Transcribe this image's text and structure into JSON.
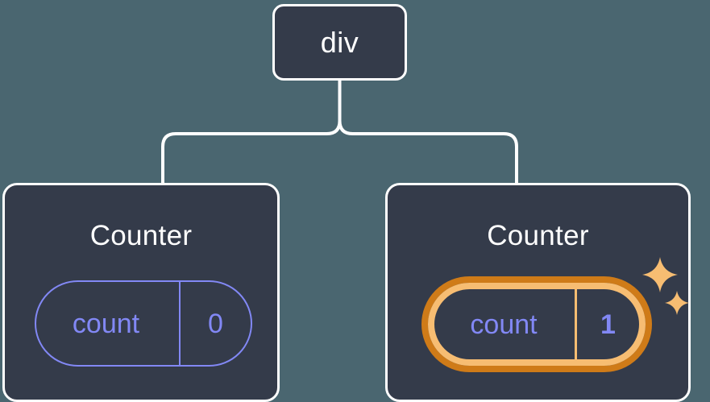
{
  "diagram": {
    "type": "component-tree",
    "background_color": "#4a6670",
    "node_fill_color": "#343b4a",
    "node_border_color": "#ffffff",
    "accent_purple": "#8288f5",
    "accent_orange_outer": "#cf7b18",
    "accent_orange_inner": "#f7bd72",
    "root": {
      "label": "div"
    },
    "children": [
      {
        "title": "Counter",
        "state": {
          "key": "count",
          "value": "0"
        },
        "highlighted": false
      },
      {
        "title": "Counter",
        "state": {
          "key": "count",
          "value": "1"
        },
        "highlighted": true,
        "sparkles": [
          "sparkle-large",
          "sparkle-small"
        ]
      }
    ]
  }
}
